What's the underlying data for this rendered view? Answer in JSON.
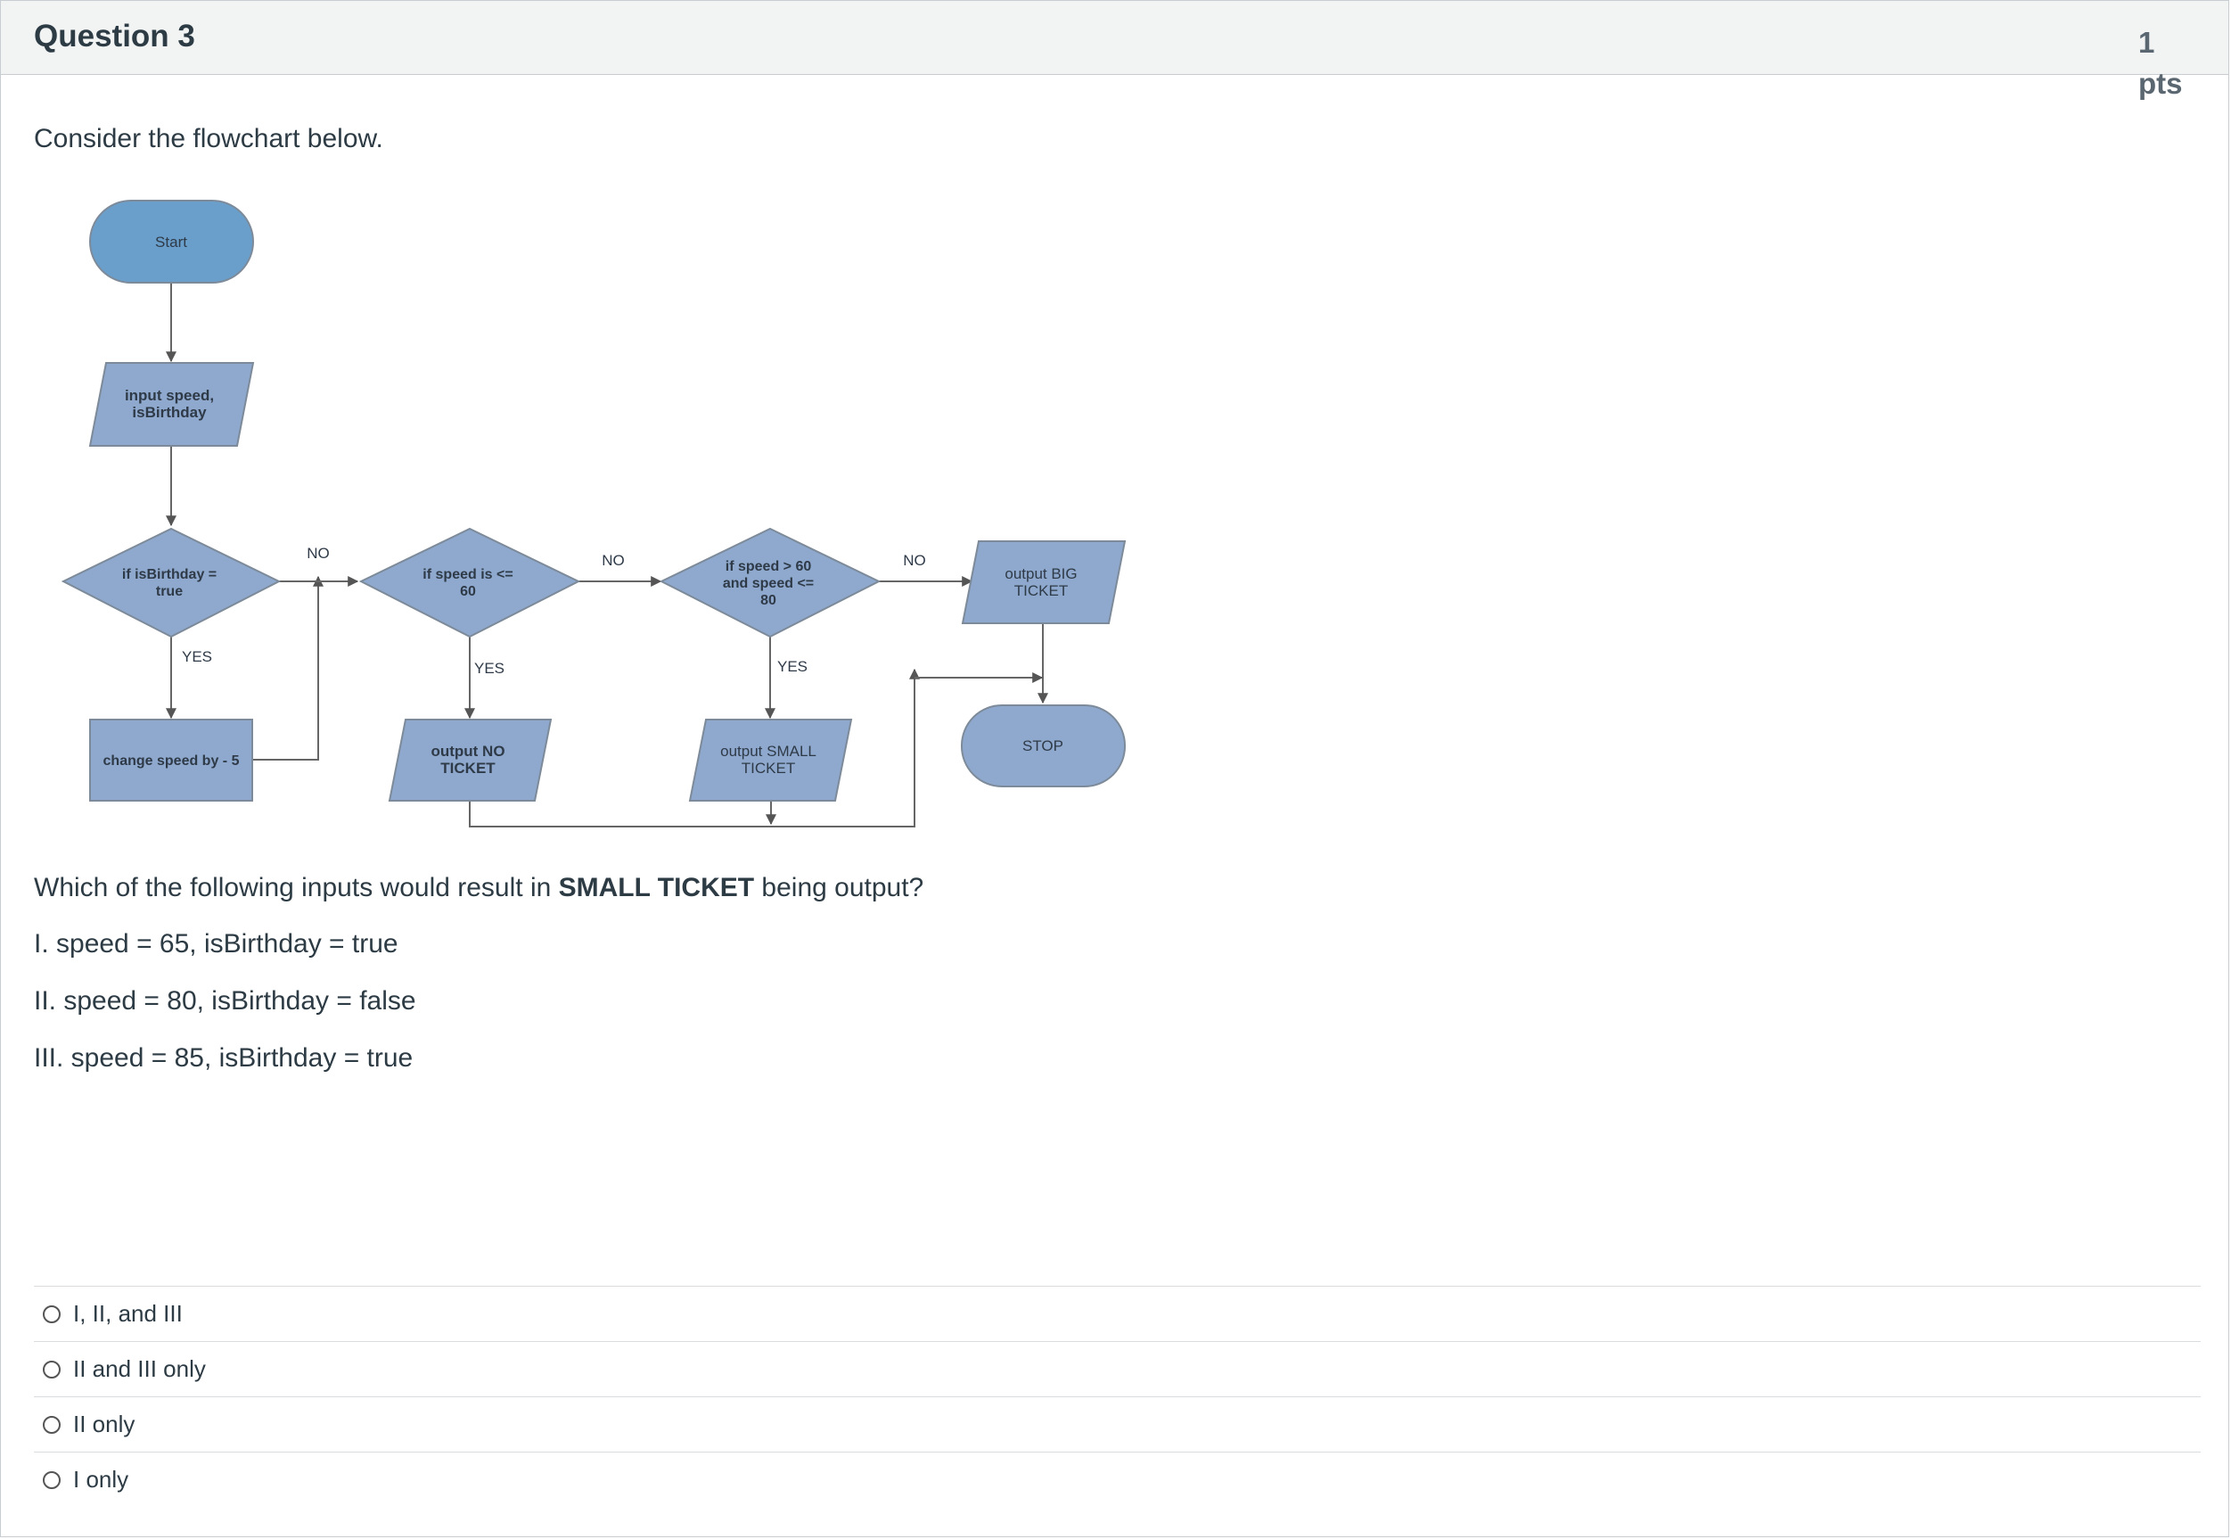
{
  "header": {
    "title": "Question 3",
    "points_value": "1",
    "points_unit": "pts"
  },
  "intro": "Consider the flowchart below.",
  "flowchart": {
    "start": "Start",
    "input_line1": "input speed,",
    "input_line2": "isBirthday",
    "decision1_line1": "if isBirthday =",
    "decision1_line2": "true",
    "decision2_line1": "if speed is <=",
    "decision2_line2": "60",
    "decision3_line1": "if speed > 60",
    "decision3_line2": "and  speed <=",
    "decision3_line3": "80",
    "change_speed": "change speed by  - 5",
    "output_no_line1": "output NO",
    "output_no_line2": "TICKET",
    "output_small_line1": "output SMALL",
    "output_small_line2": "TICKET",
    "output_big_line1": "output BIG",
    "output_big_line2": "TICKET",
    "stop": "STOP",
    "label_no": "NO",
    "label_yes": "YES",
    "colors": {
      "terminal_fill": "#6a9fcb",
      "shape_fill": "#8ea9cd",
      "stroke": "#7d8a99",
      "arrow": "#555555"
    }
  },
  "question": {
    "prefix": "Which of the following inputs would result in ",
    "emphasis": "SMALL TICKET",
    "suffix": "  being output?"
  },
  "statements": [
    "I. speed = 65, isBirthday = true",
    "II. speed = 80, isBirthday = false",
    "III.  speed = 85, isBirthday = true"
  ],
  "answers": [
    {
      "label": "I, II, and III",
      "selected": false
    },
    {
      "label": "II and III only",
      "selected": false
    },
    {
      "label": "II only",
      "selected": false
    },
    {
      "label": "I only",
      "selected": false
    }
  ]
}
